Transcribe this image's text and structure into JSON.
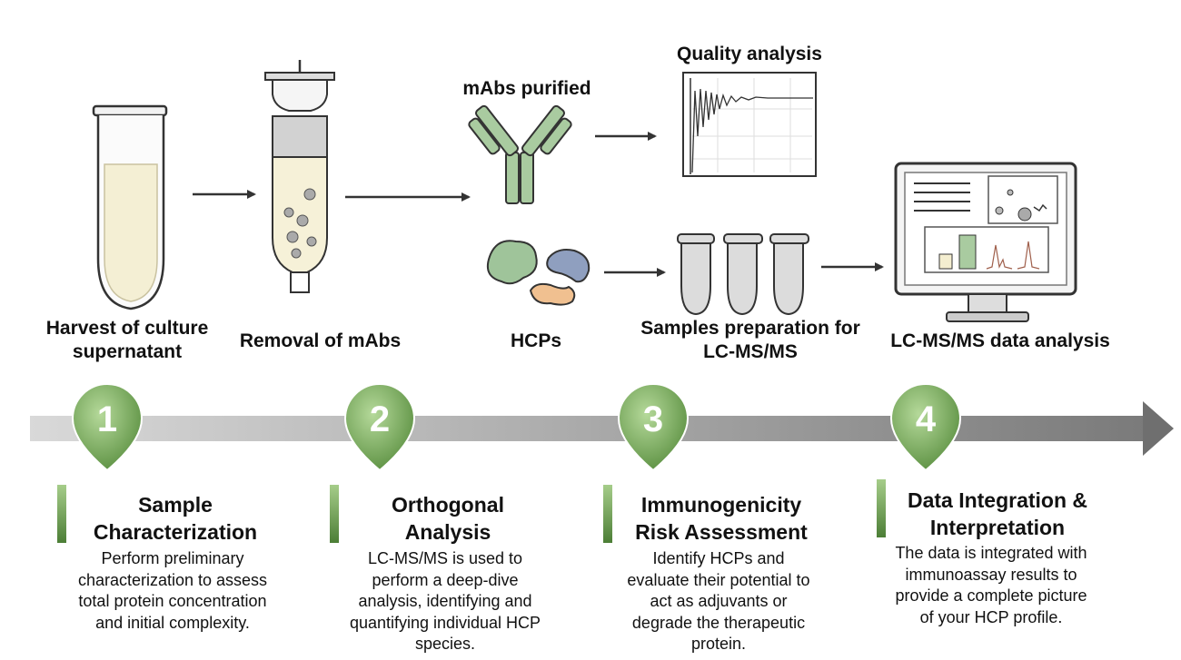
{
  "illustration": {
    "harvest_label": "Harvest of culture supernatant",
    "removal_label": "Removal of mAbs",
    "mabs_label": "mAbs purified",
    "quality_label": "Quality analysis",
    "hcps_label": "HCPs",
    "samples_label": "Samples preparation for LC-MS/MS",
    "data_analysis_label": "LC-MS/MS data analysis"
  },
  "timeline": {
    "steps": [
      {
        "number": "1",
        "title": "Sample Characterization",
        "description": "Perform preliminary characterization to assess total protein concentration and initial complexity."
      },
      {
        "number": "2",
        "title": "Orthogonal Analysis",
        "description": "LC-MS/MS is used to perform a deep-dive analysis, identifying and quantifying individual HCP species."
      },
      {
        "number": "3",
        "title": "Immunogenicity Risk Assessment",
        "description": "Identify HCPs and evaluate their potential to act as adjuvants or degrade the therapeutic protein."
      },
      {
        "number": "4",
        "title": "Data Integration & Interpretation",
        "description": "The data is integrated with immunoassay results to provide a complete picture of your HCP profile."
      }
    ]
  },
  "colors": {
    "marker_green": "#6aa04f",
    "marker_green_light": "#a6cd8a",
    "timeline_gray": "#9a9a9a",
    "antibody_green": "#a9cba0",
    "hcp_green": "#9fc49a",
    "hcp_blue": "#8f9fbf",
    "hcp_orange": "#f0c090",
    "supernatant": "#f4efd4"
  }
}
